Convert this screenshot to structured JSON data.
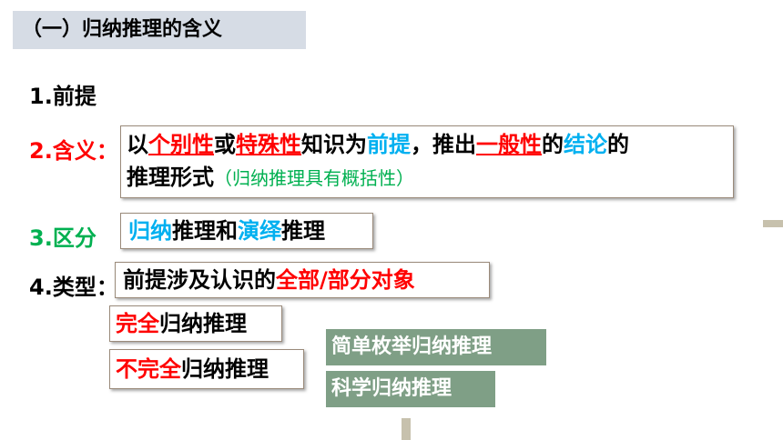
{
  "title": "（一）归纳推理的含义",
  "item1": "1.前提",
  "item2": {
    "label": "2.含义：",
    "def": {
      "p1": "以",
      "k1": "个别性",
      "p2": "或",
      "k2": "特殊性",
      "p3": "知识为",
      "k3": "前提",
      "p4": "，推出",
      "k4": "一般性",
      "p5": "的",
      "k5": "结论",
      "p6": "的",
      "line2": "推理形式",
      "note": "（归纳推理具有概括性）"
    }
  },
  "item3": {
    "label": "3.区分",
    "k1": "归纳",
    "p1": "推理和",
    "k2": "演绎",
    "p2": "推理"
  },
  "item4": {
    "label": "4.类型：",
    "p1": "前提涉及认识的",
    "k1": "全部/部分对象"
  },
  "complete": {
    "k": "完全",
    "p": "归纳推理"
  },
  "incomplete": {
    "k": "不完全",
    "p": "归纳推理"
  },
  "sub_types": [
    "简单枚举归纳推理",
    "科学归纳推理"
  ]
}
